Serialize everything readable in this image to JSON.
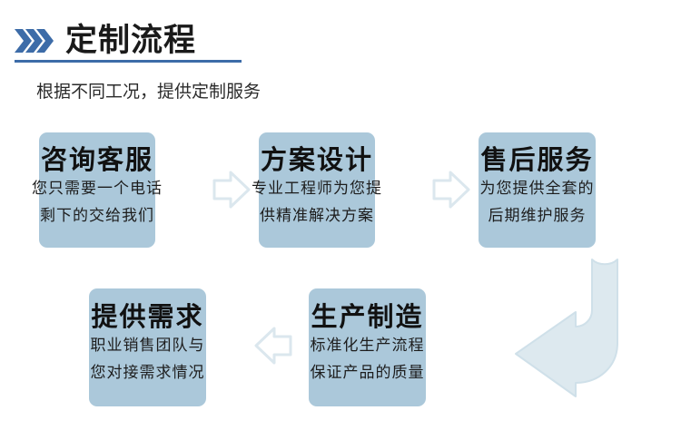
{
  "header": {
    "chevron_icon": "triple-chevron-right",
    "title": "定制流程",
    "subtitle": "根据不同工况，提供定制服务",
    "accent_color": "#3d6ca8",
    "rule_color": "#3d6ca8"
  },
  "theme": {
    "card_background": "#abc8da",
    "card_title_color": "#111111",
    "card_body_color": "#1d1d1d",
    "arrow_fill": "#ffffff",
    "arrow_stroke": "#d6e3ea",
    "bend_arrow_fill": "#dde9ef",
    "bend_arrow_stroke": "#cbdde7",
    "page_background": "#ffffff"
  },
  "flow": {
    "steps": [
      {
        "id": "step-1",
        "title": "咨询客服",
        "lines": [
          "您只需要一个电话",
          "剩下的交给我们"
        ]
      },
      {
        "id": "step-2",
        "title": "方案设计",
        "lines": [
          "专业工程师为您提",
          "供精准解决方案"
        ]
      },
      {
        "id": "step-3",
        "title": "售后服务",
        "lines": [
          "为您提供全套的",
          "后期维护服务"
        ]
      },
      {
        "id": "step-4",
        "title": "提供需求",
        "lines": [
          "职业销售团队与",
          "您对接需求情况"
        ]
      },
      {
        "id": "step-5",
        "title": "生产制造",
        "lines": [
          "标准化生产流程",
          "保证产品的质量"
        ]
      }
    ],
    "connectors": [
      {
        "id": "connector-1",
        "icon": "arrow-right-icon",
        "from": "step-1",
        "to": "step-2"
      },
      {
        "id": "connector-2",
        "icon": "arrow-right-icon",
        "from": "step-2",
        "to": "step-3"
      },
      {
        "id": "connector-3",
        "icon": "arrow-bend-down-left-icon",
        "from": "step-3",
        "to": "step-5"
      },
      {
        "id": "connector-4",
        "icon": "arrow-left-icon",
        "from": "step-5",
        "to": "step-4"
      }
    ]
  }
}
